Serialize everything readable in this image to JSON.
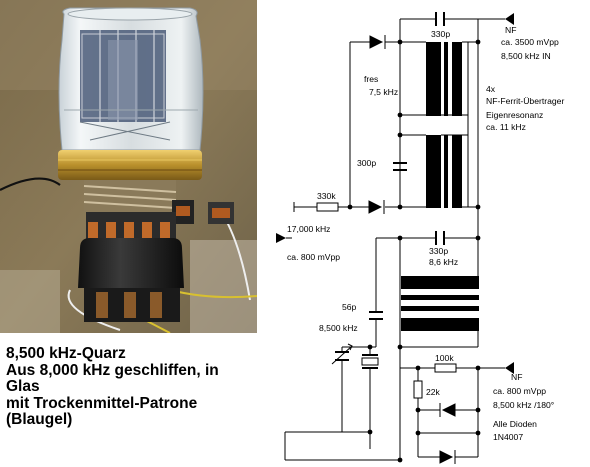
{
  "caption": {
    "line1": "8,500 kHz-Quarz",
    "line2": "Aus 8,000 kHz geschliffen, in",
    "line3": "Glas",
    "line4": "mit Trockenmittel-Patrone",
    "line5": "(Blaugel)"
  },
  "labels": {
    "cap_top": "330p",
    "nf_top": "NF",
    "amp_top": "ca. 3500 mVpp",
    "freq_in": "8,500 kHz IN",
    "fres": "fres",
    "fres_val": "7,5 kHz",
    "count": "4x",
    "transformer": "NF-Ferrit-Übertrager",
    "eigen": "Eigenresonanz",
    "eigen_val": "ca. 11 kHz",
    "cap_300": "300p",
    "res_330k": "330k",
    "freq_17": "17,000 kHz",
    "amp_800_left": "ca. 800 mVpp",
    "cap_mid": "330p",
    "freq_86": "8,6 kHz",
    "cap_56": "56p",
    "freq_8500": "8,500 kHz",
    "res_100k": "100k",
    "nf_bottom": "NF",
    "res_22k": "22k",
    "amp_800_right": "ca. 800 mVpp",
    "freq_out": "8,500 kHz /180°",
    "diodes": "Alle Dioden",
    "diode_type": "1N4007"
  }
}
